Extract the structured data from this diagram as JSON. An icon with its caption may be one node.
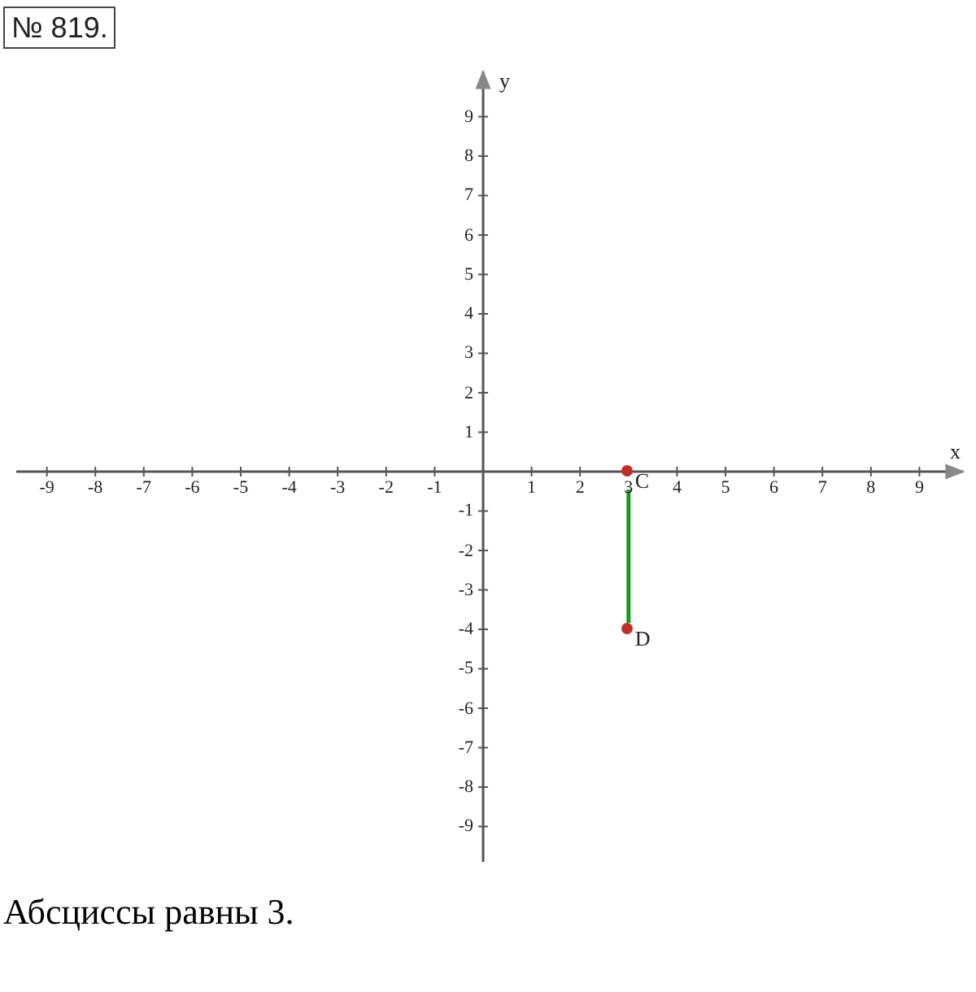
{
  "diagram": {
    "caption": "Абсциссы равны 3.",
    "nodes": [
      {
        "text": [
          "C"
        ]
      },
      {
        "text": [
          "D"
        ]
      }
    ],
    "edges": [
      {
        "from": 0,
        "to": 1,
        "arrow": "none",
        "color": "#1a9a1a"
      }
    ],
    "labels": [
      "№ 819.",
      "y",
      "9",
      "8",
      "7",
      "6",
      "5",
      "4",
      "3",
      "2",
      "1",
      "x",
      "-9",
      "-8",
      "-7",
      "-6",
      "-5",
      "-4",
      "-3",
      "-2",
      "-1",
      "1",
      "2",
      "3",
      "4",
      "5",
      "6",
      "7",
      "8",
      "9",
      "-1",
      "-2",
      "-3",
      "-4",
      "-5",
      "-6",
      "-7",
      "-8",
      "-9"
    ]
  }
}
